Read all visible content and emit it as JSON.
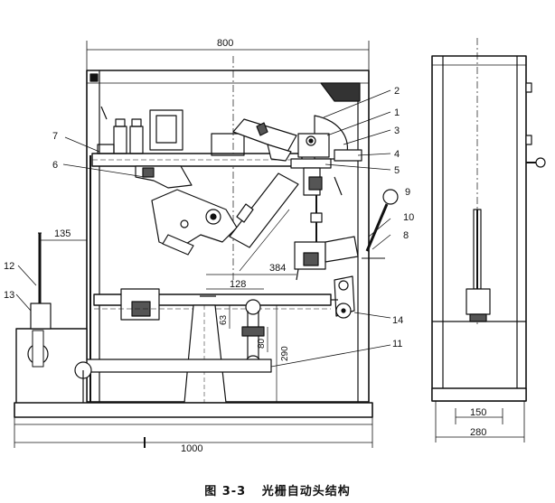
{
  "caption": {
    "figure_no": "图 3-3",
    "title": "光栅自动头结构"
  },
  "front_view": {
    "dimensions": {
      "width_top": "800",
      "width_bottom": "1000",
      "d135": "135",
      "d384": "384",
      "d128": "128",
      "d63": "63",
      "d80": "80",
      "d290": "290"
    },
    "part_numbers": [
      "1",
      "2",
      "3",
      "4",
      "5",
      "6",
      "7",
      "8",
      "9",
      "10",
      "11",
      "12",
      "13",
      "14"
    ]
  },
  "side_view": {
    "dimensions": {
      "d150": "150",
      "d280": "280"
    }
  }
}
